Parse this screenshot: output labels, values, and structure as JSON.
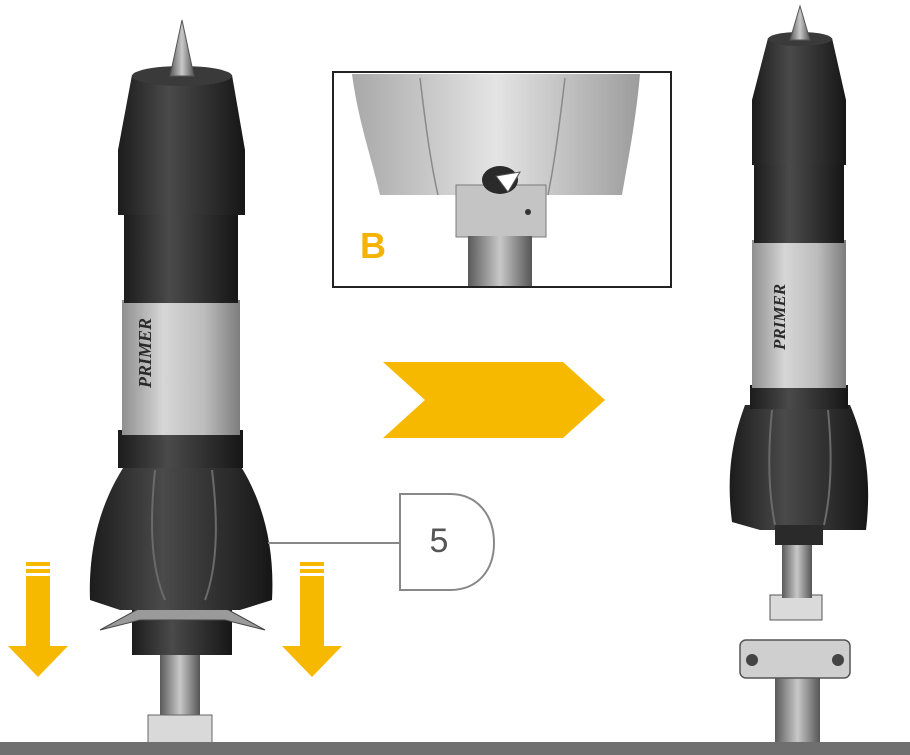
{
  "inset": {
    "label": "B"
  },
  "callout": {
    "number": "5"
  },
  "product": {
    "brand": "PRIMER"
  },
  "colors": {
    "accent": "#f7b800",
    "device_dark": "#2b2b2b",
    "device_body": "#b9b9b9",
    "callout_line": "#888888",
    "floor": "#6f6f6f"
  }
}
